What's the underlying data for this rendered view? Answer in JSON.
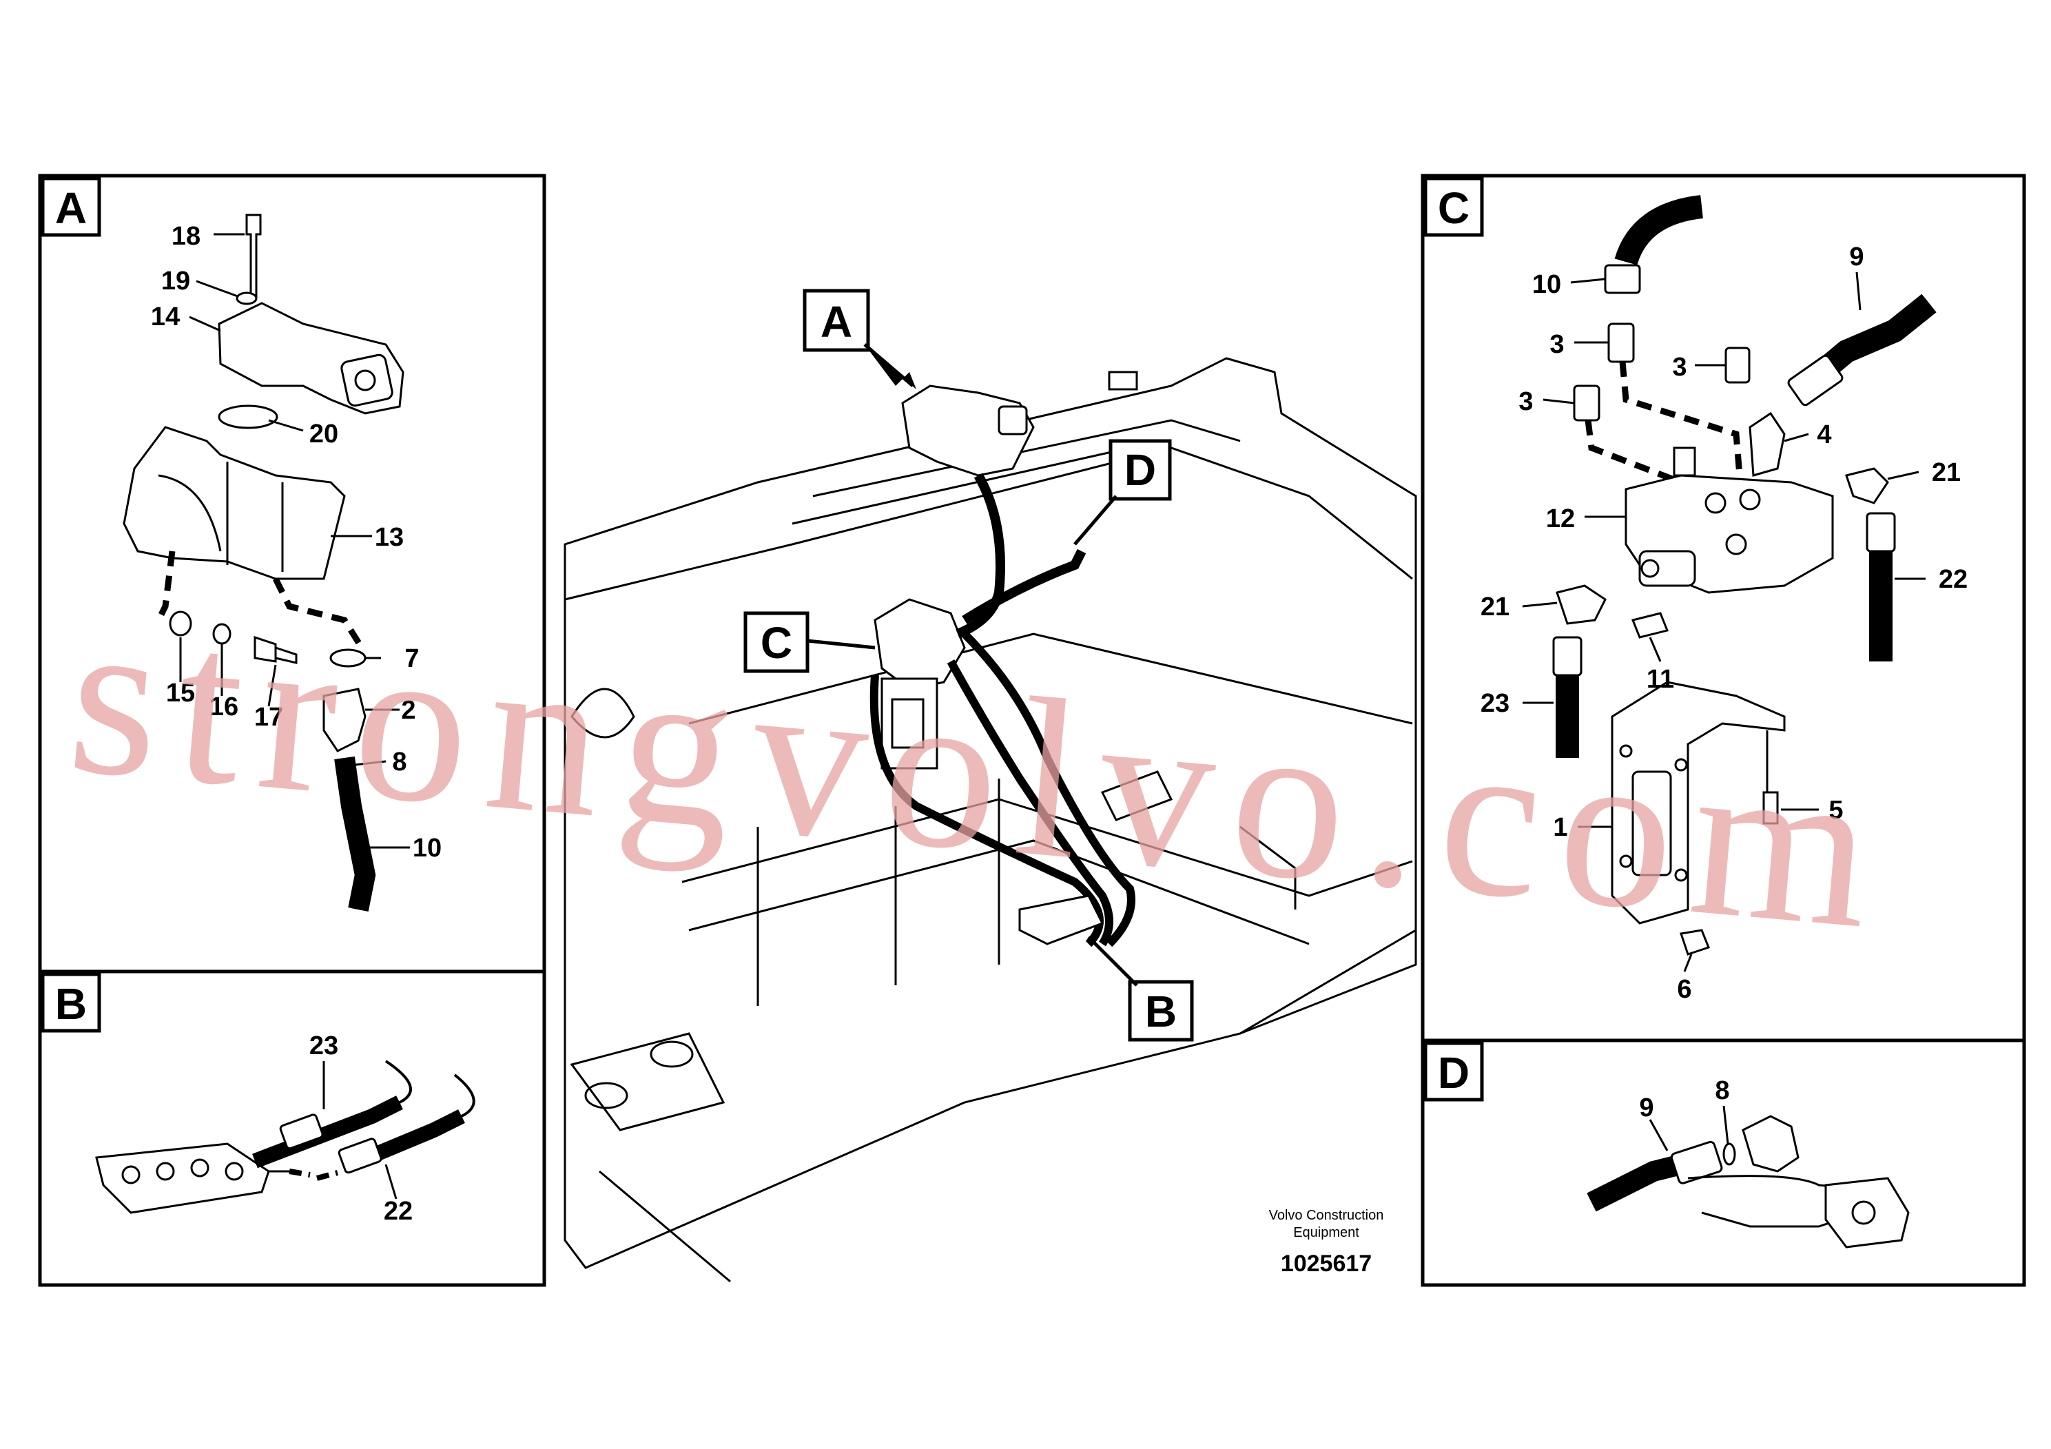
{
  "views": {
    "A": {
      "letter": "A",
      "callouts": [
        "18",
        "19",
        "14",
        "20",
        "13",
        "7",
        "2",
        "8",
        "10",
        "15",
        "16",
        "17"
      ]
    },
    "B": {
      "letter": "B",
      "callouts": [
        "23",
        "22"
      ]
    },
    "C": {
      "letter": "C",
      "callouts": [
        "10",
        "9",
        "3",
        "3",
        "3",
        "4",
        "21",
        "12",
        "22",
        "21",
        "11",
        "23",
        "5",
        "1",
        "6"
      ]
    },
    "D": {
      "letter": "D",
      "callouts": [
        "9",
        "8"
      ]
    }
  },
  "main": {
    "labels": [
      "A",
      "B",
      "C",
      "D"
    ]
  },
  "footer": {
    "company_line1": "Volvo Construction",
    "company_line2": "Equipment",
    "drawing_number": "1025617"
  },
  "watermark": "strongvolvo.com"
}
